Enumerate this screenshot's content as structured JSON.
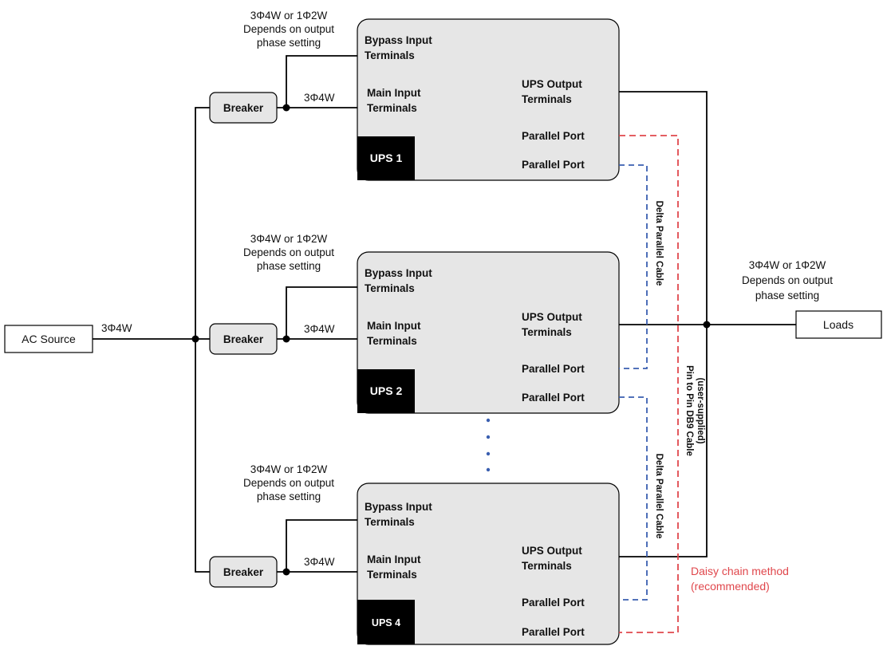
{
  "source": {
    "label": "AC Source",
    "wire_label": "3Φ4W"
  },
  "loads": {
    "label": "Loads"
  },
  "output_note": [
    "3Φ4W or 1Φ2W",
    "Depends on output",
    "phase setting"
  ],
  "ups_units": [
    {
      "name": "UPS 1",
      "breaker": "Breaker",
      "main_wire": "3Φ4W",
      "bypass_note": [
        "3Φ4W or 1Φ2W",
        "Depends on output",
        "phase setting"
      ],
      "bypass": [
        "Bypass Input",
        "Terminals"
      ],
      "main": [
        "Main Input",
        "Terminals"
      ],
      "output": [
        "UPS Output",
        "Terminals"
      ],
      "port1": "Parallel Port",
      "port2": "Parallel Port"
    },
    {
      "name": "UPS 2",
      "breaker": "Breaker",
      "main_wire": "3Φ4W",
      "bypass_note": [
        "3Φ4W or 1Φ2W",
        "Depends on output",
        "phase setting"
      ],
      "bypass": [
        "Bypass Input",
        "Terminals"
      ],
      "main": [
        "Main Input",
        "Terminals"
      ],
      "output": [
        "UPS Output",
        "Terminals"
      ],
      "port1": "Parallel Port",
      "port2": "Parallel Port"
    },
    {
      "name": "UPS 4",
      "breaker": "Breaker",
      "main_wire": "3Φ4W",
      "bypass_note": [
        "3Φ4W or 1Φ2W",
        "Depends on output",
        "phase setting"
      ],
      "bypass": [
        "Bypass Input",
        "Terminals"
      ],
      "main": [
        "Main Input",
        "Terminals"
      ],
      "output": [
        "UPS Output",
        "Terminals"
      ],
      "port1": "Parallel Port",
      "port2": "Parallel Port"
    }
  ],
  "cables": {
    "delta_parallel_1": "Delta Parallel Cable",
    "delta_parallel_2": "Delta Parallel Cable",
    "pin_to_pin": [
      "Pin to Pin DB9 Cable",
      "(user-supplied)"
    ],
    "daisy_chain": [
      "Daisy chain method",
      "(recommended)"
    ]
  },
  "colors": {
    "delta_cable": "#3a5fb0",
    "daisy_chain": "#e0474c",
    "ups_label_bg": "#000000",
    "ups_box_bg": "#e6e6e6"
  }
}
